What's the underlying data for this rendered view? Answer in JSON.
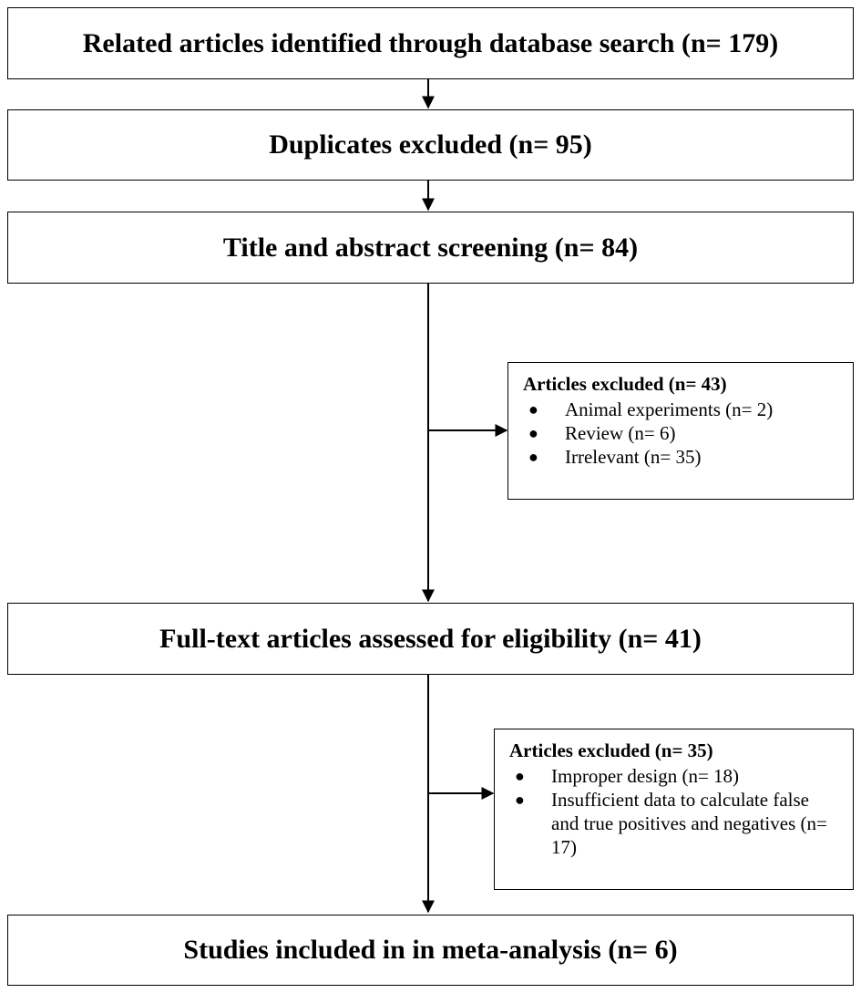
{
  "flow": {
    "step1": "Related articles identified through database search (n= 179)",
    "step2": "Duplicates excluded (n= 95)",
    "step3": "Title and abstract screening (n= 84)",
    "step4": "Full-text articles assessed for eligibility (n= 41)",
    "step5": "Studies included in in meta-analysis (n= 6)"
  },
  "exclusion1": {
    "title": "Articles excluded (n= 43)",
    "items": [
      "Animal experiments (n= 2)",
      "Review (n= 6)",
      "Irrelevant (n= 35)"
    ]
  },
  "exclusion2": {
    "title": "Articles excluded (n= 35)",
    "items": [
      "Improper design (n= 18)",
      "Insufficient data to calculate false and true positives and negatives (n= 17)"
    ]
  },
  "bullet_glyph": "●"
}
